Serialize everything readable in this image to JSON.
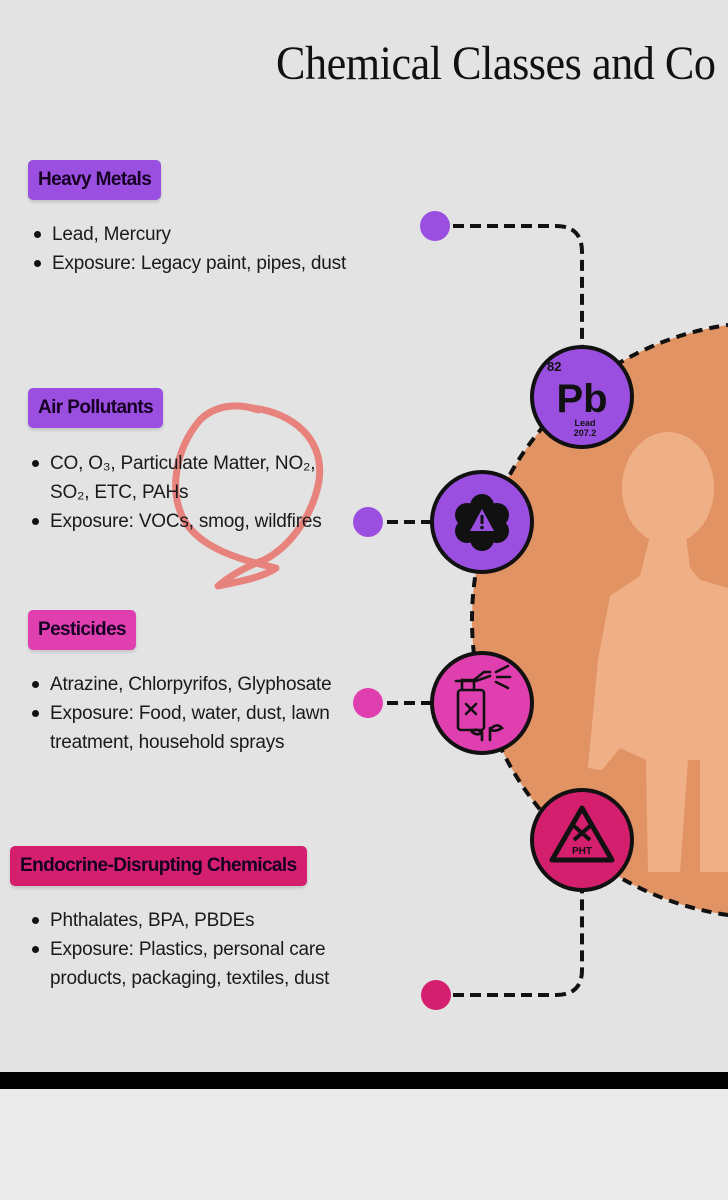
{
  "title": "Chemical Classes and Co",
  "sections": [
    {
      "label": "Heavy Metals",
      "items": [
        "Lead, Mercury",
        "Exposure: Legacy paint, pipes, dust"
      ]
    },
    {
      "label": "Air Pollutants",
      "items": [
        "CO, O₃, Particulate Matter, NO₂, SO₂, ETC, PAHs",
        "Exposure: VOCs, smog, wildfires"
      ]
    },
    {
      "label": "Pesticides",
      "items": [
        "Atrazine, Chlorpyrifos, Glyphosate",
        "Exposure: Food, water, dust, lawn treatment, household sprays"
      ]
    },
    {
      "label": "Endocrine-Disrupting Chemicals",
      "items": [
        "Phthalates, BPA, PBDEs",
        "Exposure: Plastics, personal care products, packaging, textiles, dust"
      ]
    }
  ],
  "lead_element": {
    "number": "82",
    "symbol": "Pb",
    "name": "Lead",
    "mass": "207.2"
  },
  "pht_icon_label": "PHT",
  "colors": {
    "purple": "#9b4fe0",
    "magenta": "#e03fb0",
    "crimson": "#d41f6e",
    "body_circle": "#e29363",
    "annotation": "#e8716a"
  },
  "icons": [
    "warning-flower-icon",
    "pesticide-sprayer-icon",
    "phthalate-recycle-icon"
  ]
}
